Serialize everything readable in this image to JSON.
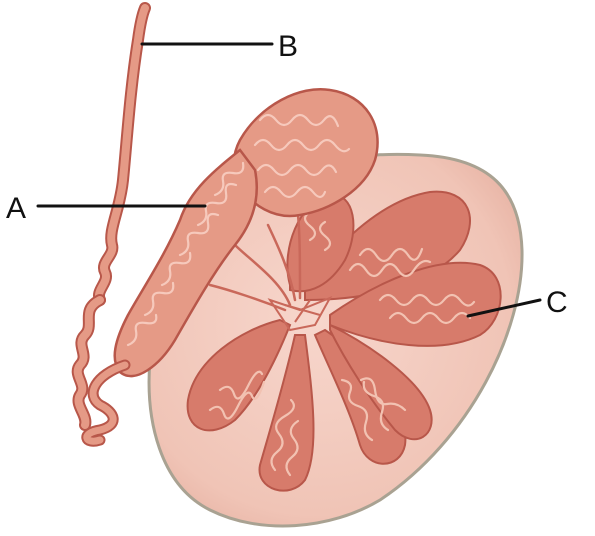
{
  "labels": {
    "a": "A",
    "b": "B",
    "c": "C"
  },
  "colors": {
    "background": "#ffffff",
    "tissue": "#e59a86",
    "tissue_dark": "#c9685a",
    "tissue_outline": "#b8574a",
    "capsule_fill": "#f3cdc1",
    "capsule_outline": "#a9a292",
    "lobule_fill": "#d77b6b",
    "tubule_line": "#f2c2b2",
    "label_ink": "#111111"
  },
  "icons": {
    "structure": "testis-epididymis-illustration"
  }
}
